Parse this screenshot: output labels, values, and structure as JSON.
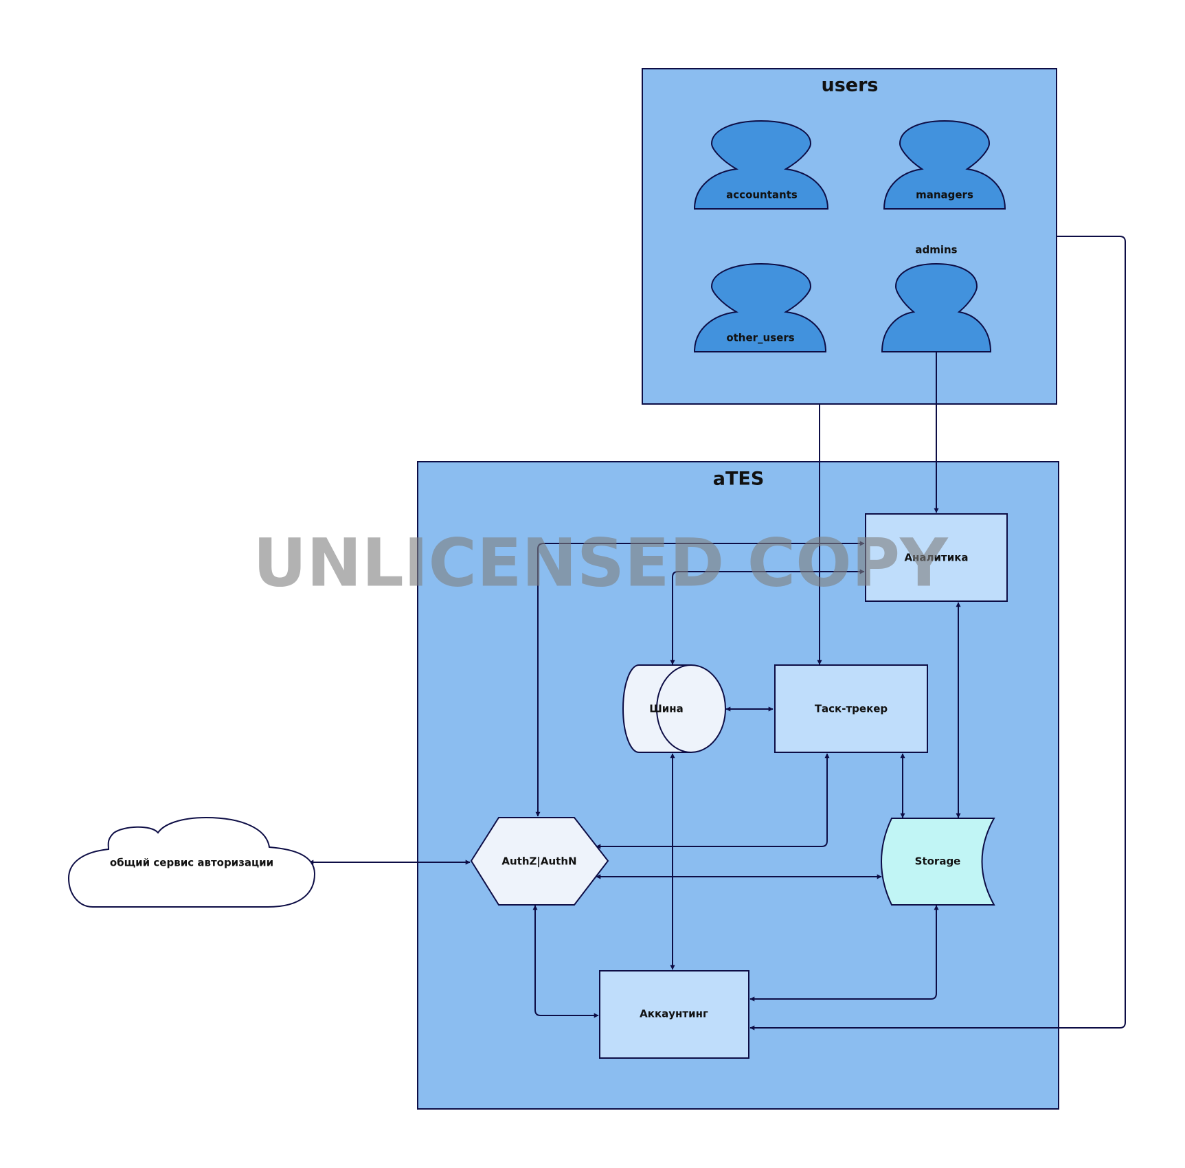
{
  "containers": {
    "users": {
      "title": "users"
    },
    "ates": {
      "title": "aTES"
    }
  },
  "actors": {
    "accountants": "accountants",
    "managers": "managers",
    "other_users": "other_users",
    "admins": "admins"
  },
  "nodes": {
    "analytics": "Аналитика",
    "bus": "Шина",
    "task_tracker": "Таск-трекер",
    "authz": "AuthZ|AuthN",
    "storage": "Storage",
    "accounting": "Аккаунтинг",
    "auth_service": "общий сервис авторизации"
  },
  "watermark": "UNLICENSED COPY",
  "colors": {
    "container_fill": "#8bbdf0",
    "actor_fill": "#4292dd",
    "service_fill": "#bfddfb",
    "bus_fill": "#eef3fb",
    "storage_fill": "#c1f5f5",
    "stroke": "#0d0d45"
  }
}
